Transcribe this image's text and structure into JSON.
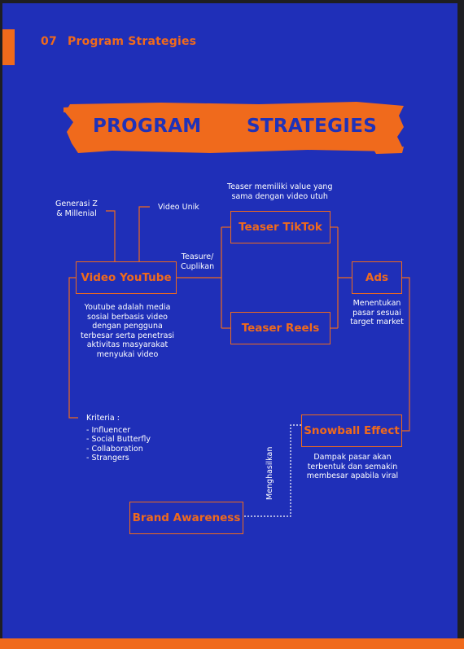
{
  "header": {
    "number": "07",
    "title": "Program Strategies"
  },
  "banner": {
    "word1": "PROGRAM",
    "word2": "STRATEGIES"
  },
  "nodes": {
    "video_youtube": "Video YouTube",
    "teaser_tiktok": "Teaser TikTok",
    "teaser_reels": "Teaser Reels",
    "ads": "Ads",
    "snowball_effect": "Snowball Effect",
    "brand_awareness": "Brand Awareness"
  },
  "notes": {
    "generasi_line1": "Generasi Z",
    "generasi_line2": "& Millenial",
    "video_unik": "Video Unik",
    "teaser_value_line1": "Teaser memiliki value yang",
    "teaser_value_line2": "sama dengan video utuh",
    "teasure_line1": "Teasure/",
    "teasure_line2": "Cuplikan",
    "youtube_desc": [
      "Youtube adalah media",
      "sosial berbasis video",
      "dengan pengguna",
      "terbesar serta penetrasi",
      "aktivitas masyarakat",
      "menyukai video"
    ],
    "ads_desc": [
      "Menentukan",
      "pasar sesuai",
      "target market"
    ],
    "kriteria_title": "Kriteria :",
    "kriteria_items": [
      "-  Influencer",
      "-  Social Butterfly",
      "-  Collaboration",
      "-  Strangers"
    ],
    "snowball_desc": [
      "Dampak pasar akan",
      "terbentuk dan semakin",
      "membesar apabila viral"
    ],
    "menghasilkan": "Menghasilkan"
  },
  "colors": {
    "background": "#1f2fb8",
    "accent": "#f06a1c",
    "text": "#ffffff"
  }
}
